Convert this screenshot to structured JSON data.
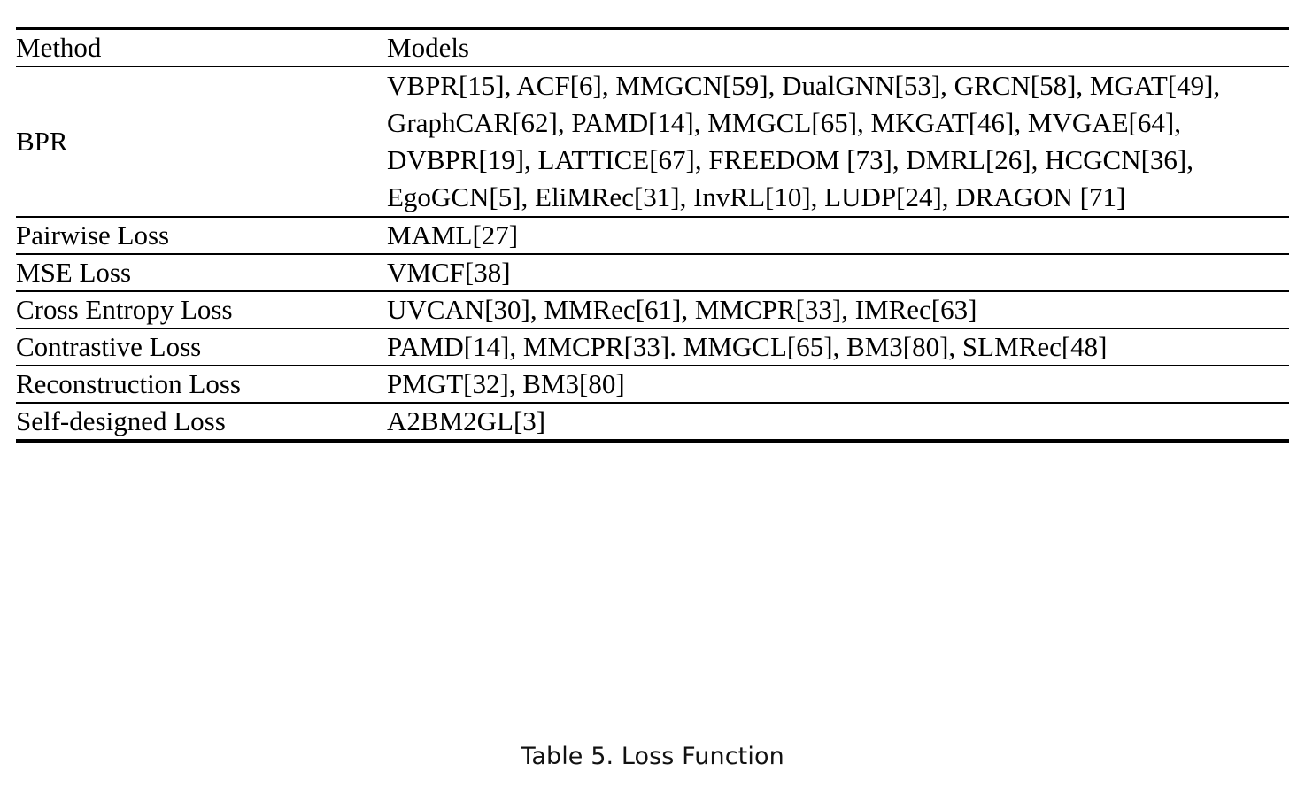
{
  "caption": "Table 5.  Loss Function",
  "table": {
    "columns": [
      "Method",
      "Models"
    ],
    "rows": [
      {
        "method": "BPR",
        "models": "VBPR[15], ACF[6], MMGCN[59], DualGNN[53], GRCN[58], MGAT[49], GraphCAR[62], PAMD[14], MMGCL[65], MKGAT[46], MVGAE[64], DVBPR[19], LATTICE[67], FREEDOM [73], DMRL[26], HCGCN[36], EgoGCN[5], EliMRec[31], InvRL[10], LUDP[24], DRAGON [71]",
        "tall": true
      },
      {
        "method": "Pairwise Loss",
        "models": "MAML[27]",
        "tall": false
      },
      {
        "method": "MSE Loss",
        "models": "VMCF[38]",
        "tall": false
      },
      {
        "method": "Cross Entropy Loss",
        "models": "UVCAN[30], MMRec[61], MMCPR[33], IMRec[63]",
        "tall": false
      },
      {
        "method": "Contrastive Loss",
        "models": "PAMD[14], MMCPR[33]. MMGCL[65], BM3[80], SLMRec[48]",
        "tall": false
      },
      {
        "method": "Reconstruction Loss",
        "models": "PMGT[32], BM3[80]",
        "tall": false
      },
      {
        "method": "Self-designed Loss",
        "models": "A2BM2GL[3]",
        "tall": false
      }
    ]
  }
}
